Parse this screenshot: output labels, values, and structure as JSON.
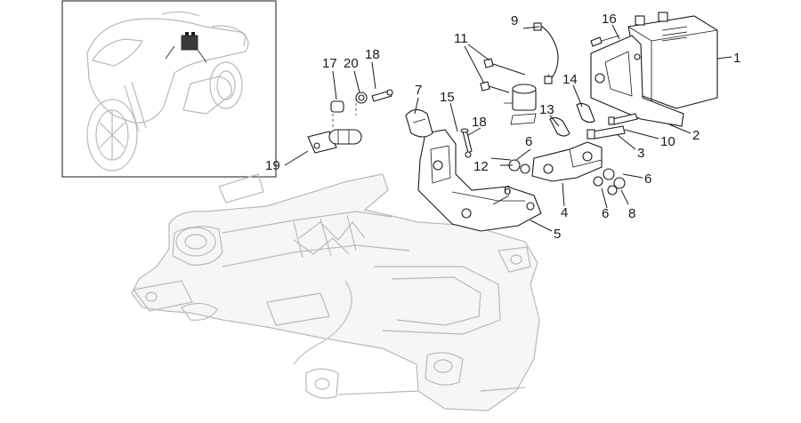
{
  "diagram": {
    "callouts": [
      {
        "id": "c1",
        "label": "1"
      },
      {
        "id": "c2",
        "label": "2"
      },
      {
        "id": "c3",
        "label": "3"
      },
      {
        "id": "c4",
        "label": "4"
      },
      {
        "id": "c5",
        "label": "5"
      },
      {
        "id": "c6a",
        "label": "6"
      },
      {
        "id": "c6b",
        "label": "6"
      },
      {
        "id": "c6c",
        "label": "6"
      },
      {
        "id": "c6d",
        "label": "6"
      },
      {
        "id": "c7",
        "label": "7"
      },
      {
        "id": "c8",
        "label": "8"
      },
      {
        "id": "c9",
        "label": "9"
      },
      {
        "id": "c10",
        "label": "10"
      },
      {
        "id": "c11",
        "label": "11"
      },
      {
        "id": "c12",
        "label": "12"
      },
      {
        "id": "c13",
        "label": "13"
      },
      {
        "id": "c14",
        "label": "14"
      },
      {
        "id": "c15",
        "label": "15"
      },
      {
        "id": "c16",
        "label": "16"
      },
      {
        "id": "c17",
        "label": "17"
      },
      {
        "id": "c18a",
        "label": "18"
      },
      {
        "id": "c18b",
        "label": "18"
      },
      {
        "id": "c19",
        "label": "19"
      },
      {
        "id": "c20",
        "label": "20"
      }
    ]
  }
}
